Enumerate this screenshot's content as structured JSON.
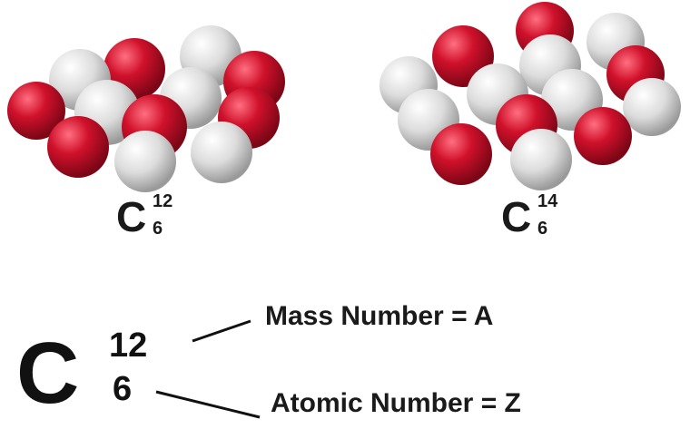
{
  "colors": {
    "proton": "#d0112b",
    "neutron": "#e4e4e4",
    "text": "#1a1a1a"
  },
  "isotopes": [
    {
      "symbol": "C",
      "mass": "12",
      "atomic": "6",
      "protons": 6,
      "neutrons": 6
    },
    {
      "symbol": "C",
      "mass": "14",
      "atomic": "6",
      "protons": 6,
      "neutrons": 8
    }
  ],
  "notation": {
    "symbol": "C",
    "mass": "12",
    "atomic": "6",
    "mass_label": "Mass Number = A",
    "atomic_label": "Atomic Number = Z"
  }
}
